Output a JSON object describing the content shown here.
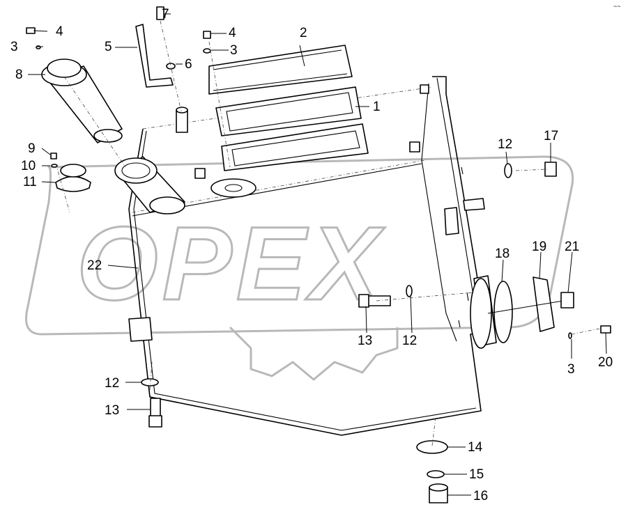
{
  "watermark": {
    "text": "OPEX"
  },
  "corner_mark": "~~",
  "callouts": [
    {
      "id": "c1",
      "label": "1"
    },
    {
      "id": "c2",
      "label": "2"
    },
    {
      "id": "c3a",
      "label": "3"
    },
    {
      "id": "c3b",
      "label": "3"
    },
    {
      "id": "c3c",
      "label": "3"
    },
    {
      "id": "c4a",
      "label": "4"
    },
    {
      "id": "c4b",
      "label": "4"
    },
    {
      "id": "c5",
      "label": "5"
    },
    {
      "id": "c6",
      "label": "6"
    },
    {
      "id": "c7",
      "label": "7"
    },
    {
      "id": "c8",
      "label": "8"
    },
    {
      "id": "c9",
      "label": "9"
    },
    {
      "id": "c10",
      "label": "10"
    },
    {
      "id": "c11",
      "label": "11"
    },
    {
      "id": "c12a",
      "label": "12"
    },
    {
      "id": "c12b",
      "label": "12"
    },
    {
      "id": "c12c",
      "label": "12"
    },
    {
      "id": "c13a",
      "label": "13"
    },
    {
      "id": "c13b",
      "label": "13"
    },
    {
      "id": "c14",
      "label": "14"
    },
    {
      "id": "c15",
      "label": "15"
    },
    {
      "id": "c16",
      "label": "16"
    },
    {
      "id": "c17",
      "label": "17"
    },
    {
      "id": "c18",
      "label": "18"
    },
    {
      "id": "c19",
      "label": "19"
    },
    {
      "id": "c20",
      "label": "20"
    },
    {
      "id": "c21",
      "label": "21"
    },
    {
      "id": "c22",
      "label": "22"
    }
  ]
}
